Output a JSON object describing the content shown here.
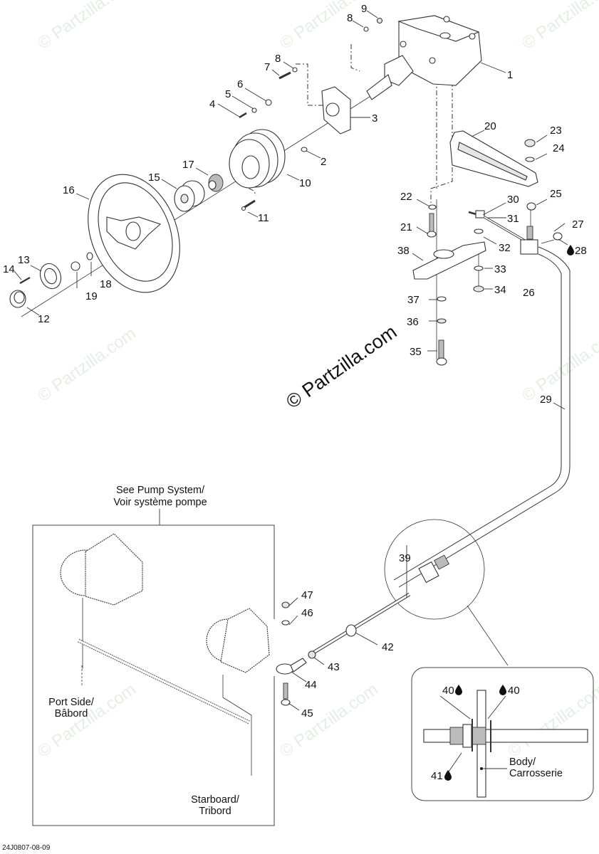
{
  "diagram": {
    "reference_code": "24J0807-08-09",
    "watermark": "© Partzilla.com",
    "callouts": [
      {
        "id": "1",
        "label": "1"
      },
      {
        "id": "2",
        "label": "2"
      },
      {
        "id": "3",
        "label": "3"
      },
      {
        "id": "4",
        "label": "4"
      },
      {
        "id": "5",
        "label": "5"
      },
      {
        "id": "6",
        "label": "6"
      },
      {
        "id": "7",
        "label": "7"
      },
      {
        "id": "8a",
        "label": "8"
      },
      {
        "id": "8b",
        "label": "8"
      },
      {
        "id": "9",
        "label": "9"
      },
      {
        "id": "10",
        "label": "10"
      },
      {
        "id": "11",
        "label": "11"
      },
      {
        "id": "12",
        "label": "12"
      },
      {
        "id": "13",
        "label": "13"
      },
      {
        "id": "14",
        "label": "14"
      },
      {
        "id": "15",
        "label": "15"
      },
      {
        "id": "16",
        "label": "16"
      },
      {
        "id": "17",
        "label": "17"
      },
      {
        "id": "18",
        "label": "18"
      },
      {
        "id": "19",
        "label": "19"
      },
      {
        "id": "20",
        "label": "20"
      },
      {
        "id": "21",
        "label": "21"
      },
      {
        "id": "22",
        "label": "22"
      },
      {
        "id": "23",
        "label": "23"
      },
      {
        "id": "24",
        "label": "24"
      },
      {
        "id": "25",
        "label": "25"
      },
      {
        "id": "26",
        "label": "26"
      },
      {
        "id": "27",
        "label": "27"
      },
      {
        "id": "28",
        "label": "28",
        "lubricant": true
      },
      {
        "id": "29",
        "label": "29"
      },
      {
        "id": "30",
        "label": "30"
      },
      {
        "id": "31",
        "label": "31"
      },
      {
        "id": "32",
        "label": "32"
      },
      {
        "id": "33",
        "label": "33"
      },
      {
        "id": "34",
        "label": "34"
      },
      {
        "id": "35",
        "label": "35"
      },
      {
        "id": "36",
        "label": "36"
      },
      {
        "id": "37",
        "label": "37"
      },
      {
        "id": "38",
        "label": "38"
      },
      {
        "id": "39",
        "label": "39"
      },
      {
        "id": "40a",
        "label": "40",
        "lubricant": true
      },
      {
        "id": "40b",
        "label": "40",
        "lubricant": true
      },
      {
        "id": "41",
        "label": "41",
        "lubricant": true
      },
      {
        "id": "42",
        "label": "42"
      },
      {
        "id": "43",
        "label": "43"
      },
      {
        "id": "44",
        "label": "44"
      },
      {
        "id": "45",
        "label": "45"
      },
      {
        "id": "46",
        "label": "46"
      },
      {
        "id": "47",
        "label": "47"
      }
    ],
    "notes": {
      "pump_system_line1": "See Pump System/",
      "pump_system_line2": "Voir système pompe",
      "port_side_line1": "Port Side/",
      "port_side_line2": "Bâbord",
      "starboard_line1": "Starboard/",
      "starboard_line2": "Tribord",
      "body_line1": "Body/",
      "body_line2": "Carrosserie"
    },
    "icons": {
      "lubricant": "drop-icon"
    }
  }
}
